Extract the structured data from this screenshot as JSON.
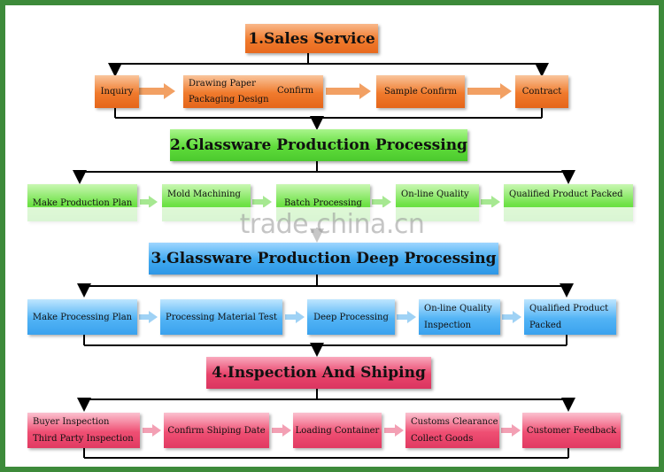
{
  "colors": {
    "frame": "#3d8a3a",
    "orange": "#f07a2c",
    "green": "#6ee246",
    "blue": "#52b3f5",
    "pink": "#ef4f73",
    "arrow_orange": "#f2a063",
    "arrow_green": "#a6e891",
    "arrow_blue": "#9fd2f5",
    "arrow_pink": "#f3a0b4"
  },
  "sections": [
    {
      "title": "1.Sales Service",
      "steps": [
        {
          "lines": [
            "Inquiry"
          ]
        },
        {
          "lines": [
            "Drawing Paper",
            "Packaging Design"
          ],
          "extra": "Confirm"
        },
        {
          "lines": [
            "Sample Confirm"
          ]
        },
        {
          "lines": [
            "Contract"
          ]
        }
      ]
    },
    {
      "title": "2.Glassware Production Processing",
      "steps": [
        {
          "lines": [
            "Make Production Plan"
          ]
        },
        {
          "lines": [
            "Mold Machining"
          ]
        },
        {
          "lines": [
            "Batch Processing"
          ]
        },
        {
          "lines": [
            "On-line Quality"
          ]
        },
        {
          "lines": [
            "Qualified Product Packed"
          ]
        }
      ]
    },
    {
      "title": "3.Glassware Production Deep Processing",
      "steps": [
        {
          "lines": [
            "Make Processing Plan"
          ]
        },
        {
          "lines": [
            "Processing Material Test"
          ]
        },
        {
          "lines": [
            "Deep Processing"
          ]
        },
        {
          "lines": [
            "On-line Quality",
            "Inspection"
          ]
        },
        {
          "lines": [
            "Qualified Product",
            "Packed"
          ]
        }
      ]
    },
    {
      "title": "4.Inspection And Shiping",
      "steps": [
        {
          "lines": [
            "Buyer Inspection",
            "Third Party Inspection"
          ]
        },
        {
          "lines": [
            "Confirm Shiping Date"
          ]
        },
        {
          "lines": [
            "Loading Container"
          ]
        },
        {
          "lines": [
            "Customs Clearance",
            "Collect Goods"
          ]
        },
        {
          "lines": [
            "Customer Feedback"
          ]
        }
      ]
    }
  ],
  "watermark": "trade.china.cn"
}
